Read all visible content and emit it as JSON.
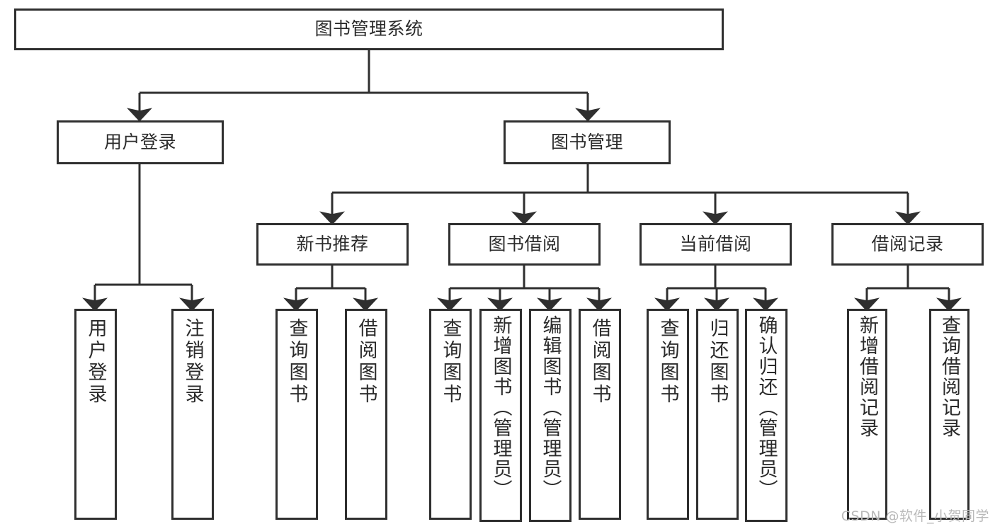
{
  "diagram": {
    "type": "tree",
    "title": "图书管理系统",
    "watermark": "CSDN @软件_小贺同学",
    "colors": {
      "stroke": "#2f2f2f",
      "fill": "#ffffff",
      "text": "#2b2b2b",
      "watermark": "#b9b9b9"
    },
    "nodes": {
      "root": {
        "label": "图书管理系统"
      },
      "level2": [
        {
          "id": "user-login",
          "label": "用户登录"
        },
        {
          "id": "book-manage",
          "label": "图书管理"
        }
      ],
      "level3": [
        {
          "id": "new-book-rec",
          "label": "新书推荐"
        },
        {
          "id": "book-borrow",
          "label": "图书借阅"
        },
        {
          "id": "current-borrow",
          "label": "当前借阅"
        },
        {
          "id": "borrow-record",
          "label": "借阅记录"
        }
      ],
      "leaves": [
        {
          "id": "leaf-user-login",
          "label": "用户登录"
        },
        {
          "id": "leaf-logout",
          "label": "注销登录"
        },
        {
          "id": "leaf-query-book-1",
          "label": "查询图书"
        },
        {
          "id": "leaf-borrow-book-1",
          "label": "借阅图书"
        },
        {
          "id": "leaf-query-book-2",
          "label": "查询图书"
        },
        {
          "id": "leaf-add-book",
          "label": "新增图书（管理员）"
        },
        {
          "id": "leaf-edit-book",
          "label": "编辑图书（管理员）"
        },
        {
          "id": "leaf-borrow-book-2",
          "label": "借阅图书"
        },
        {
          "id": "leaf-query-book-3",
          "label": "查询图书"
        },
        {
          "id": "leaf-return-book",
          "label": "归还图书"
        },
        {
          "id": "leaf-confirm-return",
          "label": "确认归还（管理员）"
        },
        {
          "id": "leaf-add-record",
          "label": "新增借阅记录"
        },
        {
          "id": "leaf-query-record",
          "label": "查询借阅记录"
        }
      ]
    },
    "edges": [
      {
        "from": "root",
        "to": "user-login"
      },
      {
        "from": "root",
        "to": "book-manage"
      },
      {
        "from": "user-login",
        "to": "leaf-user-login"
      },
      {
        "from": "user-login",
        "to": "leaf-logout"
      },
      {
        "from": "book-manage",
        "to": "new-book-rec"
      },
      {
        "from": "book-manage",
        "to": "book-borrow"
      },
      {
        "from": "book-manage",
        "to": "current-borrow"
      },
      {
        "from": "book-manage",
        "to": "borrow-record"
      },
      {
        "from": "new-book-rec",
        "to": "leaf-query-book-1"
      },
      {
        "from": "new-book-rec",
        "to": "leaf-borrow-book-1"
      },
      {
        "from": "book-borrow",
        "to": "leaf-query-book-2"
      },
      {
        "from": "book-borrow",
        "to": "leaf-add-book"
      },
      {
        "from": "book-borrow",
        "to": "leaf-edit-book"
      },
      {
        "from": "book-borrow",
        "to": "leaf-borrow-book-2"
      },
      {
        "from": "current-borrow",
        "to": "leaf-query-book-3"
      },
      {
        "from": "current-borrow",
        "to": "leaf-return-book"
      },
      {
        "from": "current-borrow",
        "to": "leaf-confirm-return"
      },
      {
        "from": "borrow-record",
        "to": "leaf-add-record"
      },
      {
        "from": "borrow-record",
        "to": "leaf-query-record"
      }
    ]
  }
}
